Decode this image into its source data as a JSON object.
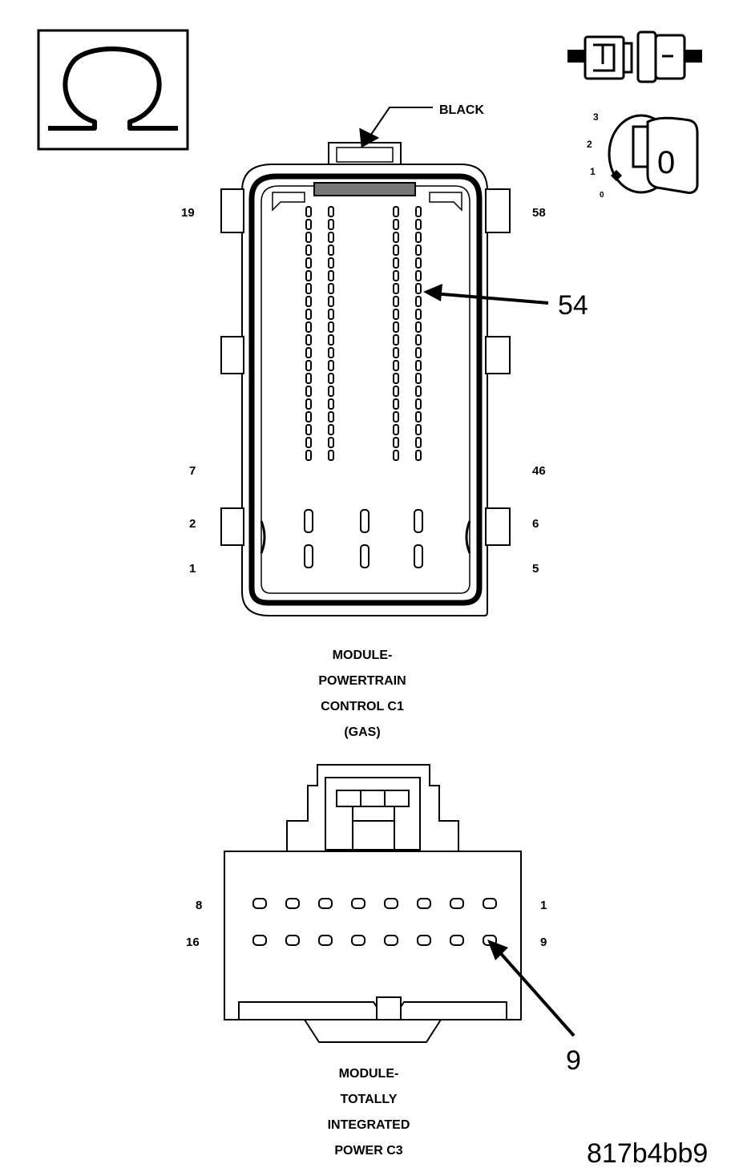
{
  "ohm_symbol": "Ω",
  "key_positions": [
    "3",
    "2",
    "1",
    "0"
  ],
  "key_face_label": "0",
  "connector_c1": {
    "color_callout": "BLACK",
    "pin_labels": {
      "top_left": "19",
      "top_right": "58",
      "mid_left": "7",
      "mid_right": "46",
      "lower_left_top": "2",
      "lower_right_top": "6",
      "lower_left_bottom": "1",
      "lower_right_bottom": "5"
    },
    "pin_callout": "54",
    "title_lines": [
      "MODULE-",
      "POWERTRAIN",
      "CONTROL C1",
      "(GAS)"
    ]
  },
  "connector_c3": {
    "pin_labels": {
      "top_left": "8",
      "top_right": "1",
      "bottom_left": "16",
      "bottom_right": "9"
    },
    "pin_callout": "9",
    "title_lines": [
      "MODULE-",
      "TOTALLY",
      "INTEGRATED",
      "POWER C3"
    ]
  },
  "reference_code": "817b4bb9"
}
